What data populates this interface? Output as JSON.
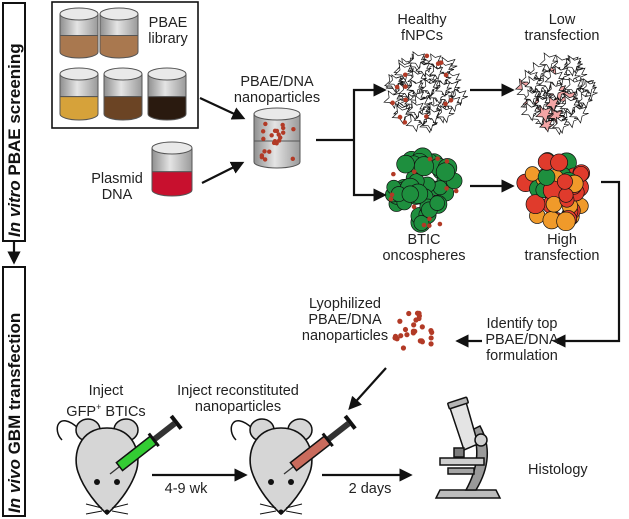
{
  "side_labels": {
    "top_italic": "In vitro",
    "top_rest": " PBAE screening",
    "bottom_italic": "In vivo",
    "bottom_rest": " GBM transfection"
  },
  "labels": {
    "pbae_library_1": "PBAE",
    "pbae_library_2": "library",
    "nanoparticles_1": "PBAE/DNA",
    "nanoparticles_2": "nanoparticles",
    "plasmid_1": "Plasmid",
    "plasmid_2": "DNA",
    "healthy_1": "Healthy",
    "healthy_2": "fNPCs",
    "low_1": "Low",
    "low_2": "transfection",
    "btic_1": "BTIC",
    "btic_2": "oncospheres",
    "high_1": "High",
    "high_2": "transfection",
    "lyo_1": "Lyophilized",
    "lyo_2": "PBAE/DNA",
    "lyo_3": "nanoparticles",
    "identify_1": "Identify top",
    "identify_2": "PBAE/DNA",
    "identify_3": "formulation",
    "inject_1": "Inject",
    "inject_2_pre": "GFP",
    "inject_2_sup": "+",
    "inject_2_post": " BTICs",
    "reconst_1": "Inject reconstituted",
    "reconst_2": "nanoparticles",
    "time_1": "4-9 wk",
    "time_2": "2 days",
    "histology": "Histology"
  },
  "colors": {
    "vial_cap": "#c9c9c9",
    "library_brown": "#a9784f",
    "library_gold": "#d6a23a",
    "library_mid": "#6b4424",
    "library_dark": "#2a1a0f",
    "plasmid_red": "#c8102e",
    "nanoparticle": "#b23a26",
    "healthy_cell": "#ffffff",
    "btic_green": "#1e8f3e",
    "transfected_red": "#e03b2c",
    "transfected_orange": "#f09a2a",
    "gfp_green": "#33cc33",
    "mouse_fill": "#d6d6d6"
  },
  "icons": [
    "vial-icon",
    "cell-cluster-icon",
    "mouse-icon",
    "syringe-icon",
    "microscope-icon"
  ]
}
